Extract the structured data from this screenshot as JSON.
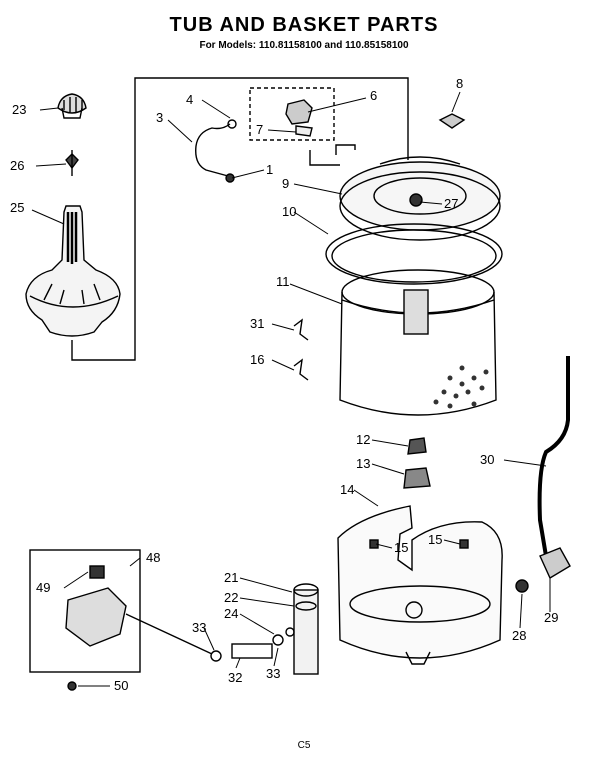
{
  "title": "TUB AND BASKET PARTS",
  "subtitle": "For Models: 110.81158100 and 110.85158100",
  "callouts": [
    "23",
    "26",
    "25",
    "4",
    "3",
    "6",
    "7",
    "1",
    "8",
    "9",
    "10",
    "27",
    "11",
    "31",
    "16",
    "12",
    "13",
    "30",
    "14",
    "15",
    "15",
    "48",
    "49",
    "50",
    "21",
    "22",
    "24",
    "33",
    "32",
    "33",
    "28",
    "29"
  ],
  "footer": "C5"
}
